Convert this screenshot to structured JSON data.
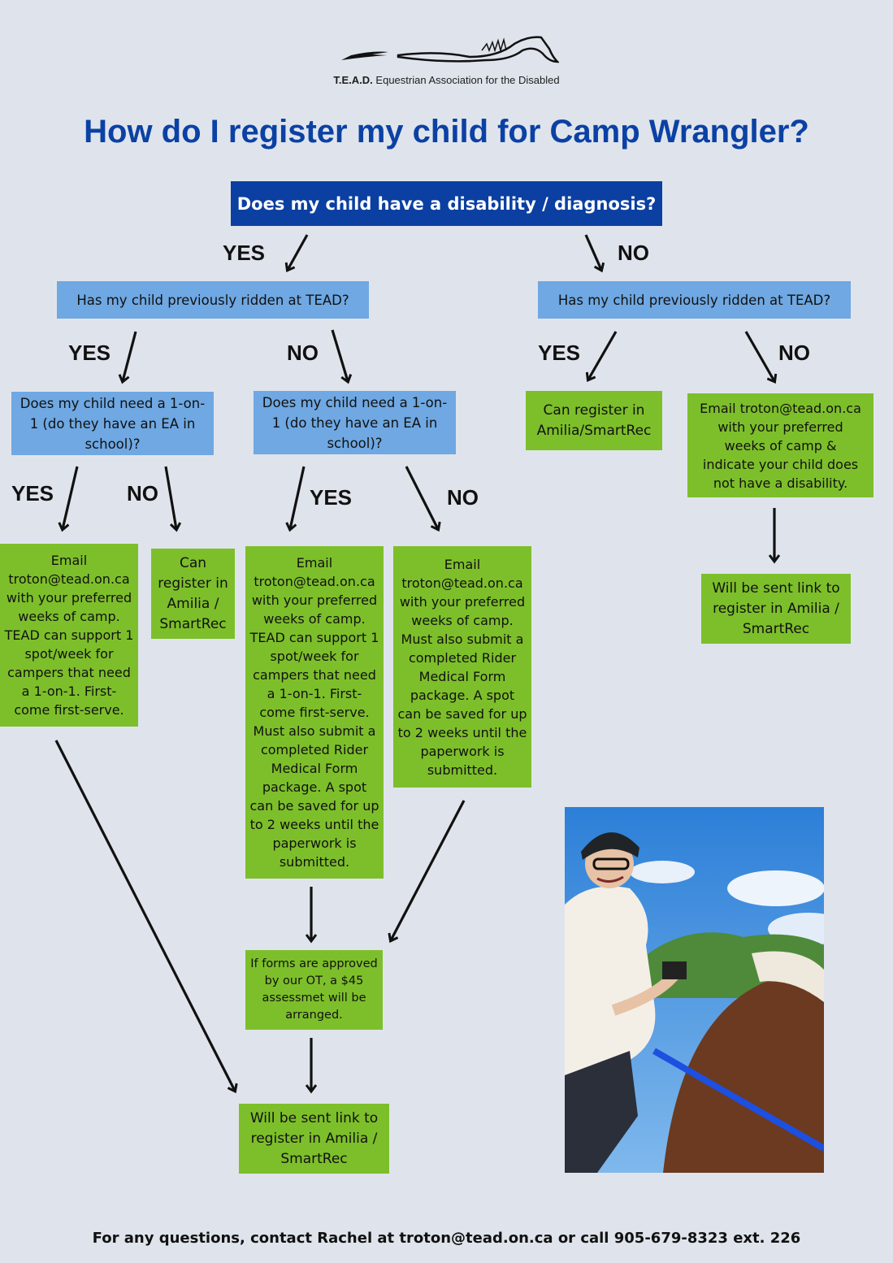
{
  "header": {
    "org_abbrev": "T.E.A.D.",
    "org_name": "Equestrian Association for the Disabled",
    "title": "How do I register my child for Camp Wrangler?"
  },
  "flow": {
    "start": "Does my child have a disability / diagnosis?",
    "labels": {
      "yes": "YES",
      "no": "NO"
    },
    "ridden_left": "Has my child previously ridden at TEAD?",
    "ridden_right": "Has my child previously ridden at TEAD?",
    "need_1on1_a": "Does my child need a 1-on-1 (do they have an EA in school)?",
    "need_1on1_b": "Does my child need a 1-on-1 (do they have an EA in school)?",
    "email_1on1": "Email troton@tead.on.ca with your preferred weeks of camp. TEAD can support 1 spot/week for campers that need a 1-on-1.  First-come first-serve.",
    "can_register_a": "Can register in Amilia / SmartRec",
    "email_1on1_medical": "Email troton@tead.on.ca with your preferred weeks of camp. TEAD can support 1 spot/week for campers that need a 1-on-1.  First-come first-serve. Must also submit a completed Rider Medical Form package.  A spot can be saved for up to 2 weeks until the paperwork is submitted.",
    "email_medical": "Email troton@tead.on.ca with your preferred weeks of camp. Must also submit a completed Rider Medical Form package. A spot can be saved for up to 2 weeks until the paperwork is submitted.",
    "can_register_b": "Can register in Amilia/SmartRec",
    "email_no_disability": "Email troton@tead.on.ca with your preferred weeks of camp & indicate your child does not have a disability.",
    "sent_link_right": "Will be sent link to register in Amilia / SmartRec",
    "forms_approved": "If forms are approved by our OT, a $45 assessmet will be arranged.",
    "sent_link_bottom": "Will be sent link to register in Amilia / SmartRec"
  },
  "footer": "For any questions, contact Rachel at troton@tead.on.ca or call 905-679-8323 ext. 226"
}
